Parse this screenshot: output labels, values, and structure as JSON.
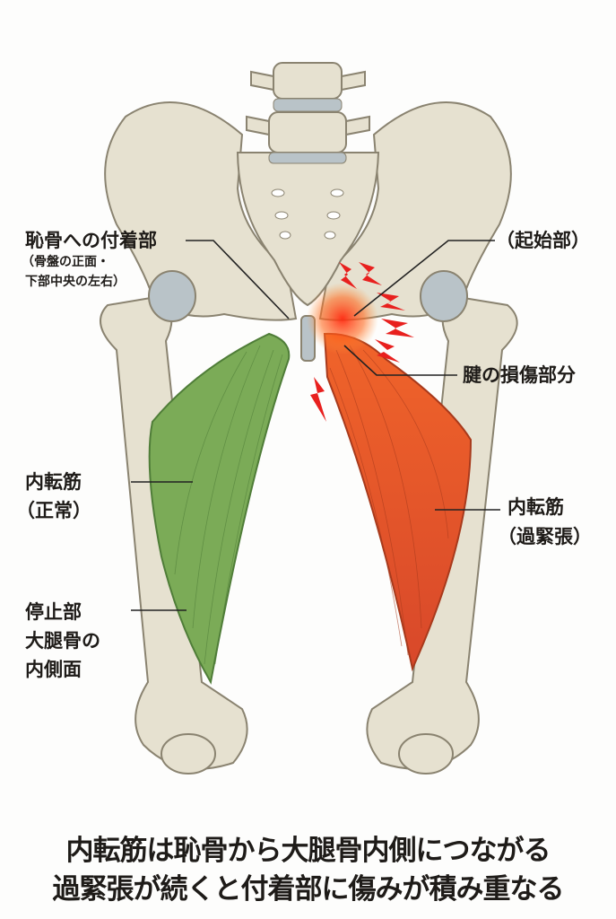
{
  "labels": {
    "pubis_attachment": "恥骨への付着部",
    "pubis_note_1": "（骨盤の正面・",
    "pubis_note_2": "下部中央の左右）",
    "origin": "（起始部）",
    "tendon_damage": "腱の損傷部分",
    "adductor_normal_1": "内転筋",
    "adductor_normal_2": "（正常）",
    "adductor_tense_1": "内転筋",
    "adductor_tense_2": "（過緊張）",
    "insertion_1": "停止部",
    "insertion_2": "大腿骨の",
    "insertion_3": "内側面"
  },
  "caption": {
    "line1": "内転筋は恥骨から大腿骨内側につながる",
    "line2": "過緊張が続くと付着部に傷みが積み重なる"
  },
  "colors": {
    "bone": "#e6e1d0",
    "bone_stroke": "#8a8370",
    "cartilage": "#b9c3c8",
    "muscle_normal": "#7bab57",
    "muscle_tense": "#e2542c",
    "pain": "#e8201e"
  }
}
